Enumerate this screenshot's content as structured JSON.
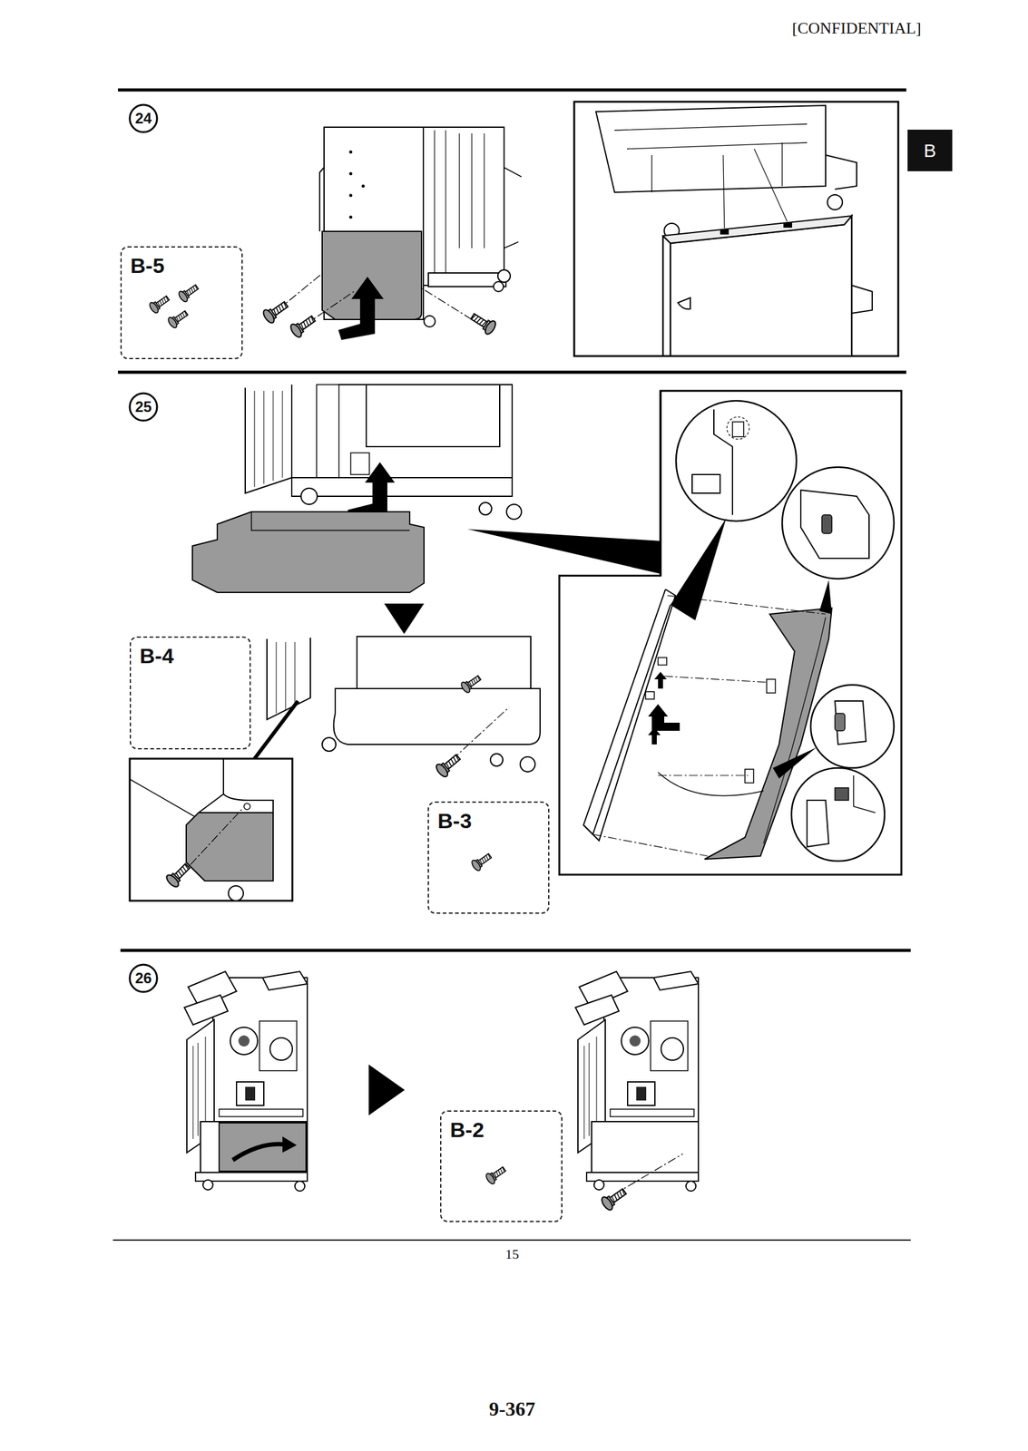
{
  "diagram": {
    "nodes": [
      {
        "text": [
          "B-5"
        ]
      },
      {
        "text": [
          "B-4"
        ]
      },
      {
        "text": [
          "B-3"
        ]
      },
      {
        "text": [
          "B-2"
        ]
      }
    ],
    "labels": [
      "[CONFIDENTIAL]",
      "B",
      "24",
      "25",
      "26",
      "15",
      "9-367"
    ]
  }
}
